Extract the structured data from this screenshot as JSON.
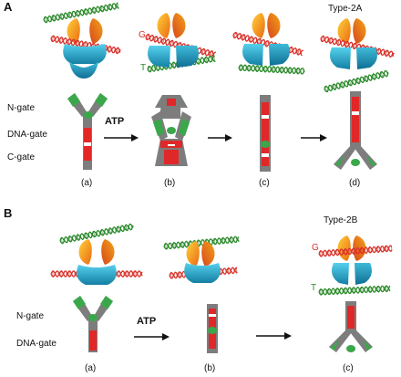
{
  "panels": [
    {
      "letter": "A",
      "type_label": "Type-2A",
      "gate_labels": [
        "N-gate",
        "DNA-gate",
        "C-gate"
      ],
      "atp_label": "ATP",
      "step_labels": [
        "(a)",
        "(b)",
        "(c)",
        "(d)"
      ],
      "g_label": "G",
      "t_label": "T"
    },
    {
      "letter": "B",
      "type_label": "Type-2B",
      "gate_labels": [
        "N-gate",
        "DNA-gate"
      ],
      "atp_label": "ATP",
      "step_labels": [
        "(a)",
        "(b)",
        "(c)"
      ],
      "g_label": "G",
      "t_label": "T"
    }
  ],
  "colors": {
    "g_segment": "#d8322a",
    "t_segment": "#2c8a2c",
    "gate_bar": "#808080",
    "gate_red": "#e02828",
    "gate_green": "#3aa84a",
    "protein_cyan": "#28a6c8",
    "protein_orange": "#f08a1e"
  }
}
